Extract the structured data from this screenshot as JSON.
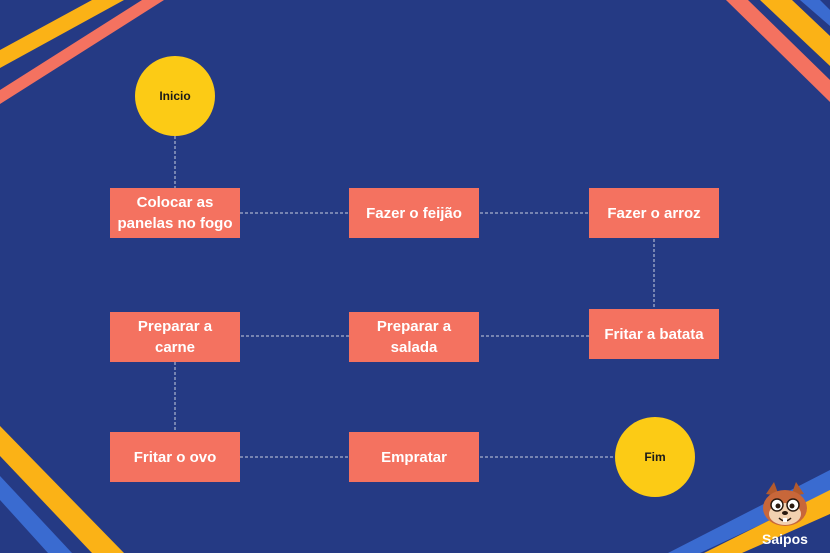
{
  "colors": {
    "background": "#253a84",
    "box_fill": "#f47260",
    "circle_fill": "#fccb15",
    "stripe_orange": "#fbb216",
    "stripe_coral": "#f47260",
    "stripe_blue": "#3a6bd0",
    "connector": "#c9cdde"
  },
  "flow": {
    "start": "Inicio",
    "end": "Fim",
    "steps": [
      "Colocar as panelas no fogo",
      "Fazer o feijão",
      "Fazer o arroz",
      "Fritar a batata",
      "Preparar a salada",
      "Preparar a carne",
      "Fritar o ovo",
      "Empratar"
    ]
  },
  "brand": {
    "name": "Saipos",
    "mascot_icon": "squirrel-mascot-icon"
  }
}
